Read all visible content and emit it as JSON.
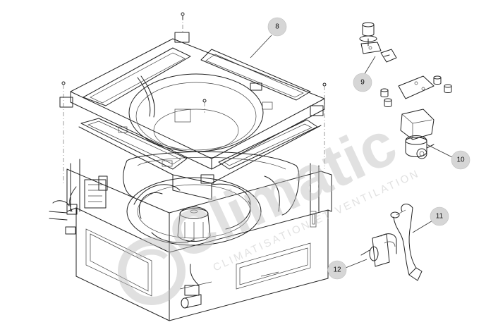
{
  "callouts": [
    {
      "id": "8",
      "label": "8"
    },
    {
      "id": "9",
      "label": "9"
    },
    {
      "id": "10",
      "label": "10"
    },
    {
      "id": "11",
      "label": "11"
    },
    {
      "id": "12",
      "label": "12"
    }
  ],
  "watermark": {
    "brand": "Climatic",
    "tagline": "CLIMATISATION ET VENTILATION"
  }
}
